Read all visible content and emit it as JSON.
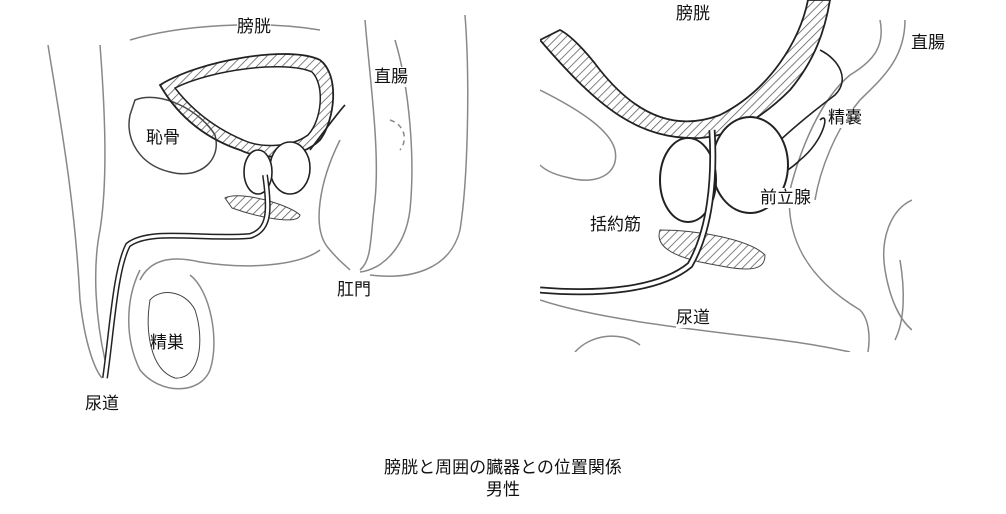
{
  "left_panel": {
    "labels": {
      "bladder": "膀胱",
      "rectum": "直腸",
      "pubic_bone": "恥骨",
      "anus": "肛門",
      "testis": "精巣",
      "urethra": "尿道"
    }
  },
  "right_panel": {
    "labels": {
      "bladder": "膀胱",
      "rectum": "直腸",
      "seminal_vesicle": "精嚢",
      "prostate": "前立腺",
      "sphincter": "括約筋",
      "urethra": "尿道"
    }
  },
  "caption": {
    "line1": "膀胱と周囲の臓器との位置関係",
    "line2": "男性"
  }
}
